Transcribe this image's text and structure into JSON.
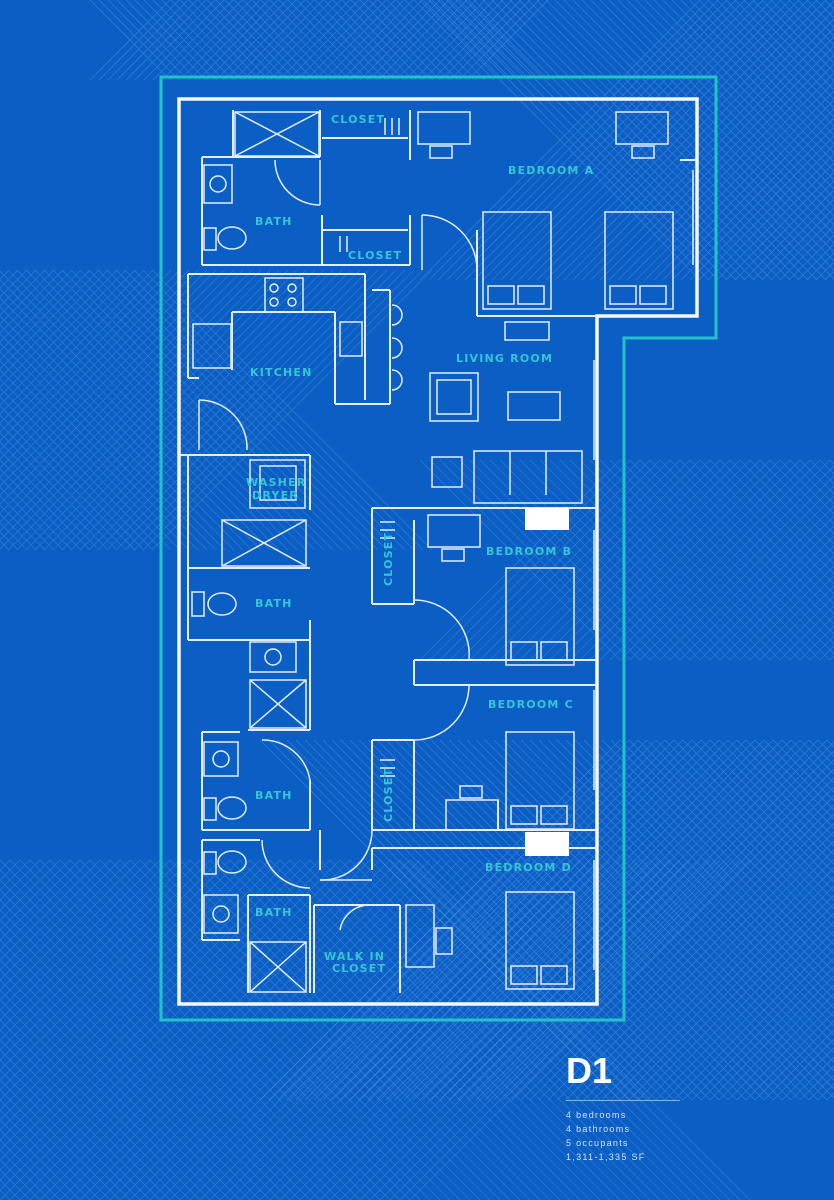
{
  "rooms": {
    "closet_top": "CLOSET",
    "closet_mid": "CLOSET",
    "bedroom_a": "BEDROOM A",
    "bath_1": "BATH",
    "kitchen": "KITCHEN",
    "living_room": "LIVING ROOM",
    "washer_dryer_line1": "WASHER",
    "washer_dryer_line2": "DRYER",
    "closet_b": "CLOSET",
    "bedroom_b": "BEDROOM B",
    "bath_2": "BATH",
    "bedroom_c": "BEDROOM C",
    "closet_c": "CLOSET",
    "bath_3": "BATH",
    "bedroom_d": "BEDROOM D",
    "bath_4": "BATH",
    "walk_in_line1": "WALK IN",
    "walk_in_line2": "CLOSET"
  },
  "unit": {
    "name": "D1",
    "bedrooms": "4 bedrooms",
    "bathrooms": "4 bathrooms",
    "occupants": "5 occupants",
    "area": "1,311-1,335 SF"
  },
  "colors": {
    "background": "#0b5ec4",
    "outline": "#20c4c8",
    "walls": "#e8f1fb",
    "labels": "#35c6d6"
  }
}
